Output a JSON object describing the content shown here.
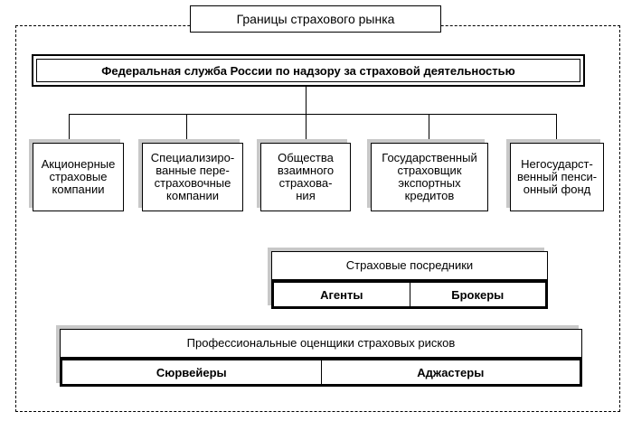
{
  "market_boundary_label": "Границы страхового рынка",
  "federal_service": "Федеральная служба России по надзору за страховой деятельностью",
  "institutions": [
    "Акционерные\nстраховые\nкомпании",
    "Специализиро-\nванные пере-\nстраховочные\nкомпании",
    "Общества\nвзаимного\nстрахова-\nния",
    "Государственный\nстраховщик\nэкспортных\nкредитов",
    "Негосударст-\nвенный пенси-\nонный фонд"
  ],
  "intermediaries": {
    "title": "Страховые посредники",
    "items": [
      "Агенты",
      "Брокеры"
    ]
  },
  "assessors": {
    "title": "Профессиональные оценщики страховых рисков",
    "items": [
      "Сюрвейеры",
      "Аджастеры"
    ]
  }
}
